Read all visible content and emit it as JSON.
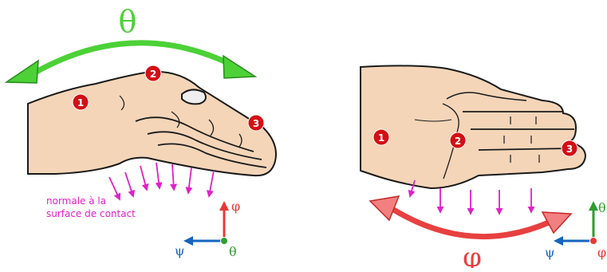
{
  "left_panel": {
    "rotation_symbol": "θ",
    "markers": [
      "1",
      "2",
      "3"
    ],
    "annotation_line1": "normale à la",
    "annotation_line2": "surface de contact",
    "axes": {
      "up": "φ",
      "left": "ψ",
      "out": "θ"
    }
  },
  "right_panel": {
    "rotation_symbol": "φ",
    "markers": [
      "1",
      "2",
      "3"
    ],
    "axes": {
      "up": "θ",
      "left": "ψ",
      "out": "φ"
    }
  },
  "colors": {
    "skin": "#f4d5b8",
    "outline": "#1a1a1a",
    "theta_arrow": "#4cd137",
    "phi_arrow": "#e84040",
    "normals": "#e020c8",
    "marker_fill": "#d40f14",
    "axis_red": "#e53935",
    "axis_blue": "#1565c0",
    "axis_green": "#2e9e2e"
  }
}
